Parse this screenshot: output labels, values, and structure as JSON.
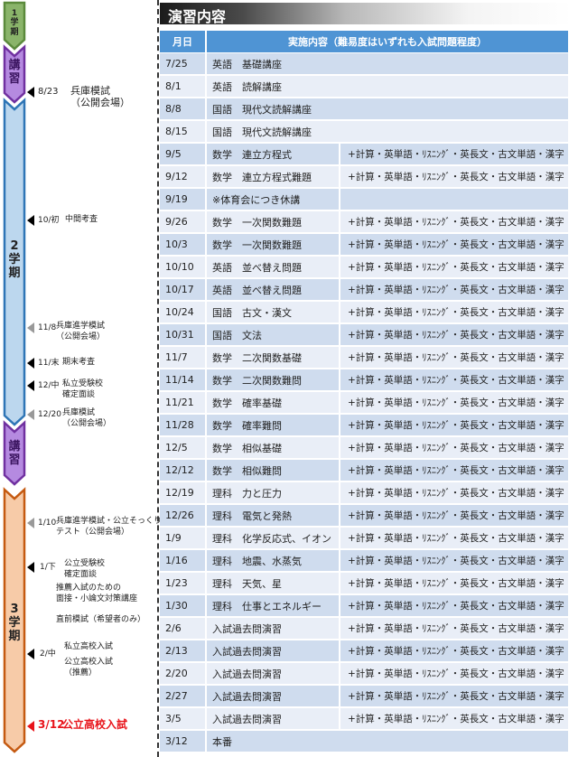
{
  "timeline": {
    "segments": [
      {
        "label": "1\n学\n期",
        "color": "#8ab46a",
        "border": "#5b8a3c"
      },
      {
        "label": "講\n習",
        "color": "#b58ae0",
        "border": "#7030a0"
      },
      {
        "label": "2\n学\n期",
        "color": "#bcd7ee",
        "border": "#2e75b6"
      },
      {
        "label": "講\n習",
        "color": "#b58ae0",
        "border": "#7030a0"
      },
      {
        "label": "3\n学\n期",
        "color": "#f7cba8",
        "border": "#c55a11"
      }
    ],
    "events": [
      {
        "date": "8/23",
        "text": "兵庫模試\n（公開会場）"
      },
      {
        "date": "10/初",
        "text": "中間考査"
      },
      {
        "date": "11/8",
        "text": "兵庫進学模試\n（公開会場）"
      },
      {
        "date": "11/末",
        "text": "期末考査"
      },
      {
        "date": "12/中",
        "text": "私立受験校\n確定面談"
      },
      {
        "date": "12/20",
        "text": "兵庫模試\n（公開会場）"
      },
      {
        "date": "1/10",
        "text": "兵庫進学模試・公立そっくり\nテスト（公開会場）"
      },
      {
        "date": "1/下",
        "text": "公立受験校\n確定面談"
      },
      {
        "date": "",
        "text": "推薦入試のための\n面接・小論文対策講座"
      },
      {
        "date": "",
        "text": "直前模試（希望者のみ）"
      },
      {
        "date": "2/中",
        "text": "私立高校入試"
      },
      {
        "date": "",
        "text": "公立高校入試\n（推薦）"
      },
      {
        "date": "3/12",
        "text": "公立高校入試"
      }
    ]
  },
  "section_title": "演習内容",
  "table": {
    "headers": [
      "月日",
      "実施内容（難易度はいずれも入試問題程度）"
    ],
    "rows": [
      {
        "date": "7/25",
        "content": "英語　基礎講座",
        "extra": null
      },
      {
        "date": "8/1",
        "content": "英語　読解講座",
        "extra": null
      },
      {
        "date": "8/8",
        "content": "国語　現代文読解講座",
        "extra": null
      },
      {
        "date": "8/15",
        "content": "国語　現代文読解講座",
        "extra": null
      },
      {
        "date": "9/5",
        "content": "数学　連立方程式",
        "extra": "+計算・英単語・ﾘｽﾆﾝｸﾞ・英長文・古文単語・漢字"
      },
      {
        "date": "9/12",
        "content": "数学　連立方程式難題",
        "extra": "+計算・英単語・ﾘｽﾆﾝｸﾞ・英長文・古文単語・漢字"
      },
      {
        "date": "9/19",
        "content": "※体育会につき休講",
        "extra": ""
      },
      {
        "date": "9/26",
        "content": "数学　一次関数難題",
        "extra": "+計算・英単語・ﾘｽﾆﾝｸﾞ・英長文・古文単語・漢字"
      },
      {
        "date": "10/3",
        "content": "数学　一次関数難題",
        "extra": "+計算・英単語・ﾘｽﾆﾝｸﾞ・英長文・古文単語・漢字"
      },
      {
        "date": "10/10",
        "content": "英語　並べ替え問題",
        "extra": "+計算・英単語・ﾘｽﾆﾝｸﾞ・英長文・古文単語・漢字"
      },
      {
        "date": "10/17",
        "content": "英語　並べ替え問題",
        "extra": "+計算・英単語・ﾘｽﾆﾝｸﾞ・英長文・古文単語・漢字"
      },
      {
        "date": "10/24",
        "content": "国語　古文・漢文",
        "extra": "+計算・英単語・ﾘｽﾆﾝｸﾞ・英長文・古文単語・漢字"
      },
      {
        "date": "10/31",
        "content": "国語　文法",
        "extra": "+計算・英単語・ﾘｽﾆﾝｸﾞ・英長文・古文単語・漢字"
      },
      {
        "date": "11/7",
        "content": "数学　二次関数基礎",
        "extra": "+計算・英単語・ﾘｽﾆﾝｸﾞ・英長文・古文単語・漢字"
      },
      {
        "date": "11/14",
        "content": "数学　二次関数難問",
        "extra": "+計算・英単語・ﾘｽﾆﾝｸﾞ・英長文・古文単語・漢字"
      },
      {
        "date": "11/21",
        "content": "数学　確率基礎",
        "extra": "+計算・英単語・ﾘｽﾆﾝｸﾞ・英長文・古文単語・漢字"
      },
      {
        "date": "11/28",
        "content": "数学　確率難問",
        "extra": "+計算・英単語・ﾘｽﾆﾝｸﾞ・英長文・古文単語・漢字"
      },
      {
        "date": "12/5",
        "content": "数学　相似基礎",
        "extra": "+計算・英単語・ﾘｽﾆﾝｸﾞ・英長文・古文単語・漢字"
      },
      {
        "date": "12/12",
        "content": "数学　相似難問",
        "extra": "+計算・英単語・ﾘｽﾆﾝｸﾞ・英長文・古文単語・漢字"
      },
      {
        "date": "12/19",
        "content": "理科　力と圧力",
        "extra": "+計算・英単語・ﾘｽﾆﾝｸﾞ・英長文・古文単語・漢字"
      },
      {
        "date": "12/26",
        "content": "理科　電気と発熱",
        "extra": "+計算・英単語・ﾘｽﾆﾝｸﾞ・英長文・古文単語・漢字"
      },
      {
        "date": "1/9",
        "content": "理科　化学反応式、イオン",
        "extra": "+計算・英単語・ﾘｽﾆﾝｸﾞ・英長文・古文単語・漢字"
      },
      {
        "date": "1/16",
        "content": "理科　地震、水蒸気",
        "extra": "+計算・英単語・ﾘｽﾆﾝｸﾞ・英長文・古文単語・漢字"
      },
      {
        "date": "1/23",
        "content": "理科　天気、星",
        "extra": "+計算・英単語・ﾘｽﾆﾝｸﾞ・英長文・古文単語・漢字"
      },
      {
        "date": "1/30",
        "content": "理科　仕事とエネルギー",
        "extra": "+計算・英単語・ﾘｽﾆﾝｸﾞ・英長文・古文単語・漢字"
      },
      {
        "date": "2/6",
        "content": "入試過去問演習",
        "extra": "+計算・英単語・ﾘｽﾆﾝｸﾞ・英長文・古文単語・漢字"
      },
      {
        "date": "2/13",
        "content": "入試過去問演習",
        "extra": "+計算・英単語・ﾘｽﾆﾝｸﾞ・英長文・古文単語・漢字"
      },
      {
        "date": "2/20",
        "content": "入試過去問演習",
        "extra": "+計算・英単語・ﾘｽﾆﾝｸﾞ・英長文・古文単語・漢字"
      },
      {
        "date": "2/27",
        "content": "入試過去問演習",
        "extra": "+計算・英単語・ﾘｽﾆﾝｸﾞ・英長文・古文単語・漢字"
      },
      {
        "date": "3/5",
        "content": "入試過去問演習",
        "extra": "+計算・英単語・ﾘｽﾆﾝｸﾞ・英長文・古文単語・漢字"
      },
      {
        "date": "3/12",
        "content": "本番",
        "extra": null
      }
    ]
  }
}
